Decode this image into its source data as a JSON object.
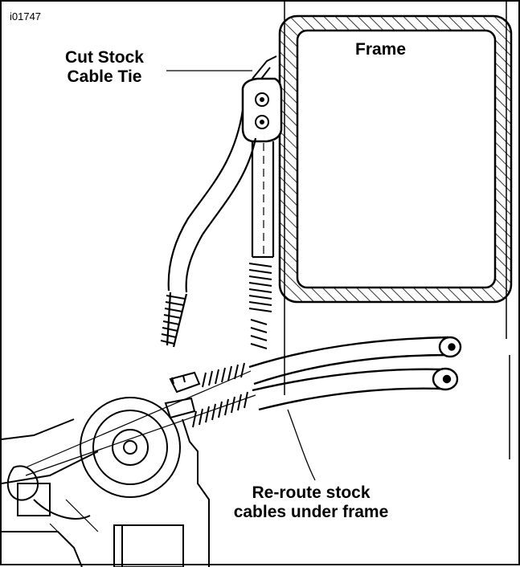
{
  "figure": {
    "id": "i01747",
    "labels": {
      "cut_tie_line1": "Cut Stock",
      "cut_tie_line2": "Cable Tie",
      "frame": "Frame",
      "reroute_line1": "Re-route stock",
      "reroute_line2": "cables under frame"
    }
  },
  "colors": {
    "ink": "#000000",
    "paper": "#ffffff"
  }
}
